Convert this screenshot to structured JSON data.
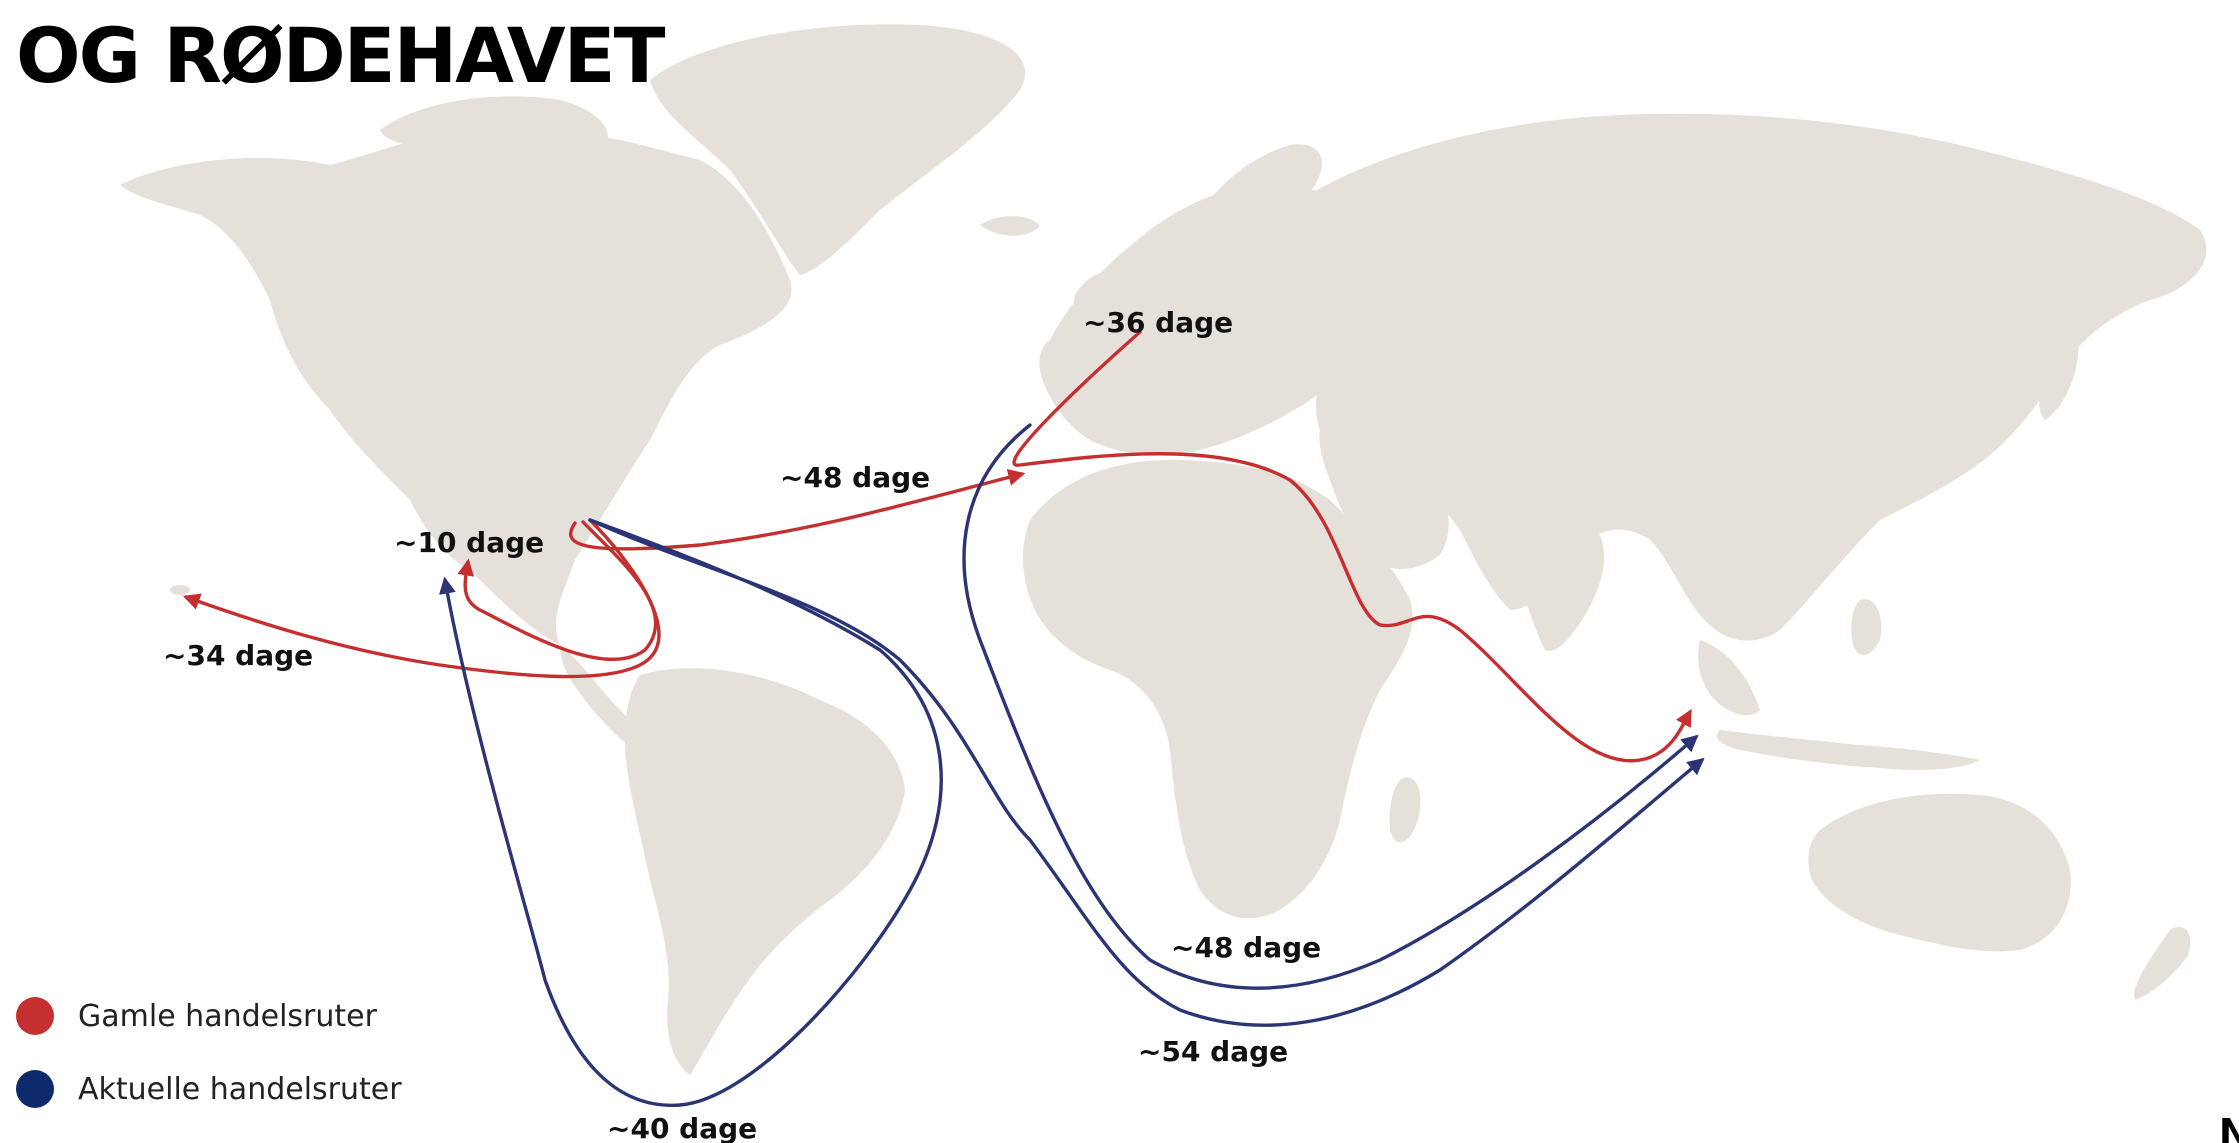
{
  "title": "OG RØDEHAVET",
  "corner_text": "N",
  "colors": {
    "land": "#e6e0da",
    "old_route": "#c62f30",
    "current_route": "#2b3576",
    "legend_current_dot": "#0f2a6b"
  },
  "legend": [
    {
      "label": "Gamle handelsruter",
      "color": "#c62f30"
    },
    {
      "label": "Aktuelle handelsruter",
      "color": "#0f2a6b"
    }
  ],
  "route_labels": {
    "northern_europe": "~36 dage",
    "mediterranean": "~48 dage",
    "mexico_pacific": "~10 dage",
    "pacific_west": "~34 dage",
    "cape_good_hope_inner": "~48 dage",
    "cape_good_hope_outer": "~54 dage",
    "cape_horn": "~40 dage"
  }
}
